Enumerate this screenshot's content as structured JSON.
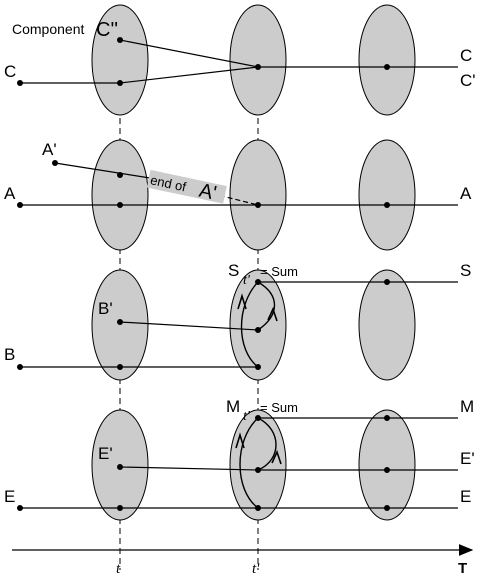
{
  "colors": {
    "ellipse_fill": "#cccccc",
    "stroke": "#000000",
    "background": "#ffffff"
  },
  "rows": {
    "row1": {
      "top_label": "Component",
      "top_letter": "C''",
      "left_label": "C",
      "right_label_top": "C",
      "right_label_bottom": "C'"
    },
    "row2": {
      "branch_label": "A'",
      "left_label": "A",
      "right_label": "A",
      "annotation_prefix": "end of",
      "annotation_letter": "A'"
    },
    "row3": {
      "sum_letter": "S",
      "sum_sub": "t'",
      "sum_suffix": "= Sum",
      "branch_label": "B'",
      "left_label": "B",
      "right_label": "S"
    },
    "row4": {
      "sum_letter": "M",
      "sum_sub": "t'",
      "sum_suffix": "= Sum",
      "branch_label": "E'",
      "left_label": "E",
      "right_label_top": "M",
      "right_label_mid": "E'",
      "right_label_bottom": "E"
    }
  },
  "axis": {
    "label_t": "t",
    "label_t_prime": "t'",
    "label_T": "T"
  }
}
